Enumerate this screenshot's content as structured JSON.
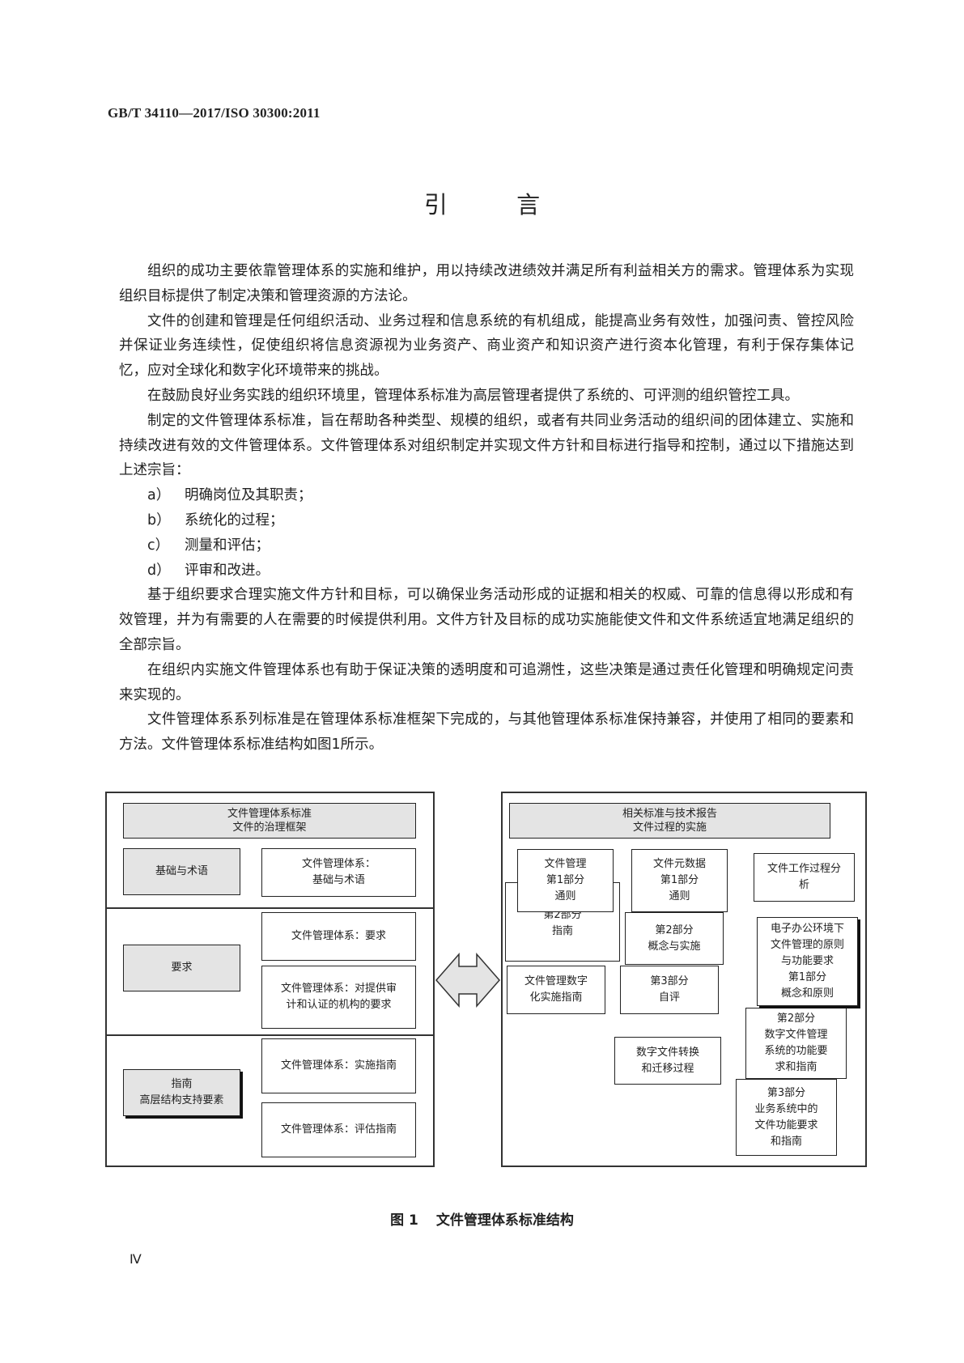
{
  "header": {
    "standard_code": "GB/T 34110—2017/ISO 30300:2011"
  },
  "title": "引 言",
  "paragraphs": [
    "组织的成功主要依靠管理体系的实施和维护，用以持续改进绩效并满足所有利益相关方的需求。管理体系为实现组织目标提供了制定决策和管理资源的方法论。",
    "文件的创建和管理是任何组织活动、业务过程和信息系统的有机组成，能提高业务有效性，加强问责、管控风险并保证业务连续性，促使组织将信息资源视为业务资产、商业资产和知识资产进行资本化管理，有利于保存集体记忆，应对全球化和数字化环境带来的挑战。",
    "在鼓励良好业务实践的组织环境里，管理体系标准为高层管理者提供了系统的、可评测的组织管控工具。",
    "制定的文件管理体系标准，旨在帮助各种类型、规模的组织，或者有共同业务活动的组织间的团体建立、实施和持续改进有效的文件管理体系。文件管理体系对组织制定并实现文件方针和目标进行指导和控制，通过以下措施达到上述宗旨："
  ],
  "list_items": [
    {
      "label": "a）",
      "text": "明确岗位及其职责；"
    },
    {
      "label": "b）",
      "text": "系统化的过程；"
    },
    {
      "label": "c）",
      "text": "测量和评估；"
    },
    {
      "label": "d）",
      "text": "评审和改进。"
    }
  ],
  "paragraphs_after": [
    "基于组织要求合理实施文件方针和目标，可以确保业务活动形成的证据和相关的权威、可靠的信息得以形成和有效管理，并为有需要的人在需要的时候提供利用。文件方针及目标的成功实施能使文件和文件系统适宜地满足组织的全部宗旨。",
    "在组织内实施文件管理体系也有助于保证决策的透明度和可追溯性，这些决策是通过责任化管理和明确规定问责来实现的。",
    "文件管理体系系列标准是在管理体系标准框架下完成的，与其他管理体系标准保持兼容，并使用了相同的要素和方法。文件管理体系标准结构如图1所示。"
  ],
  "figure": {
    "left": {
      "header": "文件管理体系标准\n文件的治理框架",
      "sections": [
        {
          "label": "基础与术语",
          "items": [
            "文件管理体系：\n基础与术语"
          ]
        },
        {
          "label": "要求",
          "items": [
            "文件管理体系：要求",
            "文件管理体系：对提供审\n计和认证的机构的要求"
          ]
        },
        {
          "label": "指南\n高层结构支持要素",
          "items": [
            "文件管理体系：实施指南",
            "文件管理体系：评估指南"
          ]
        }
      ]
    },
    "right": {
      "header": "相关标准与技术报告\n文件过程的实施",
      "group1": [
        "文件管理\n第1部分\n通则",
        "第2部分\n指南"
      ],
      "group2": [
        "文件元数据\n第1部分\n通则",
        "第2部分\n概念与实施",
        "第3部分\n自评"
      ],
      "work_process": "文件工作过程分\n析",
      "digitization": "文件管理数字\n化实施指南",
      "conversion": "数字文件转换\n和迁移过程",
      "group3": [
        "电子办公环境下\n文件管理的原则\n与功能要求\n第1部分\n概念和原则",
        "第2部分\n数字文件管理\n系统的功能要\n求和指南",
        "第3部分\n业务系统中的\n文件功能要求\n和指南"
      ]
    },
    "caption_number": "图 1",
    "caption_text": "文件管理体系标准结构"
  },
  "page_number": "Ⅳ"
}
